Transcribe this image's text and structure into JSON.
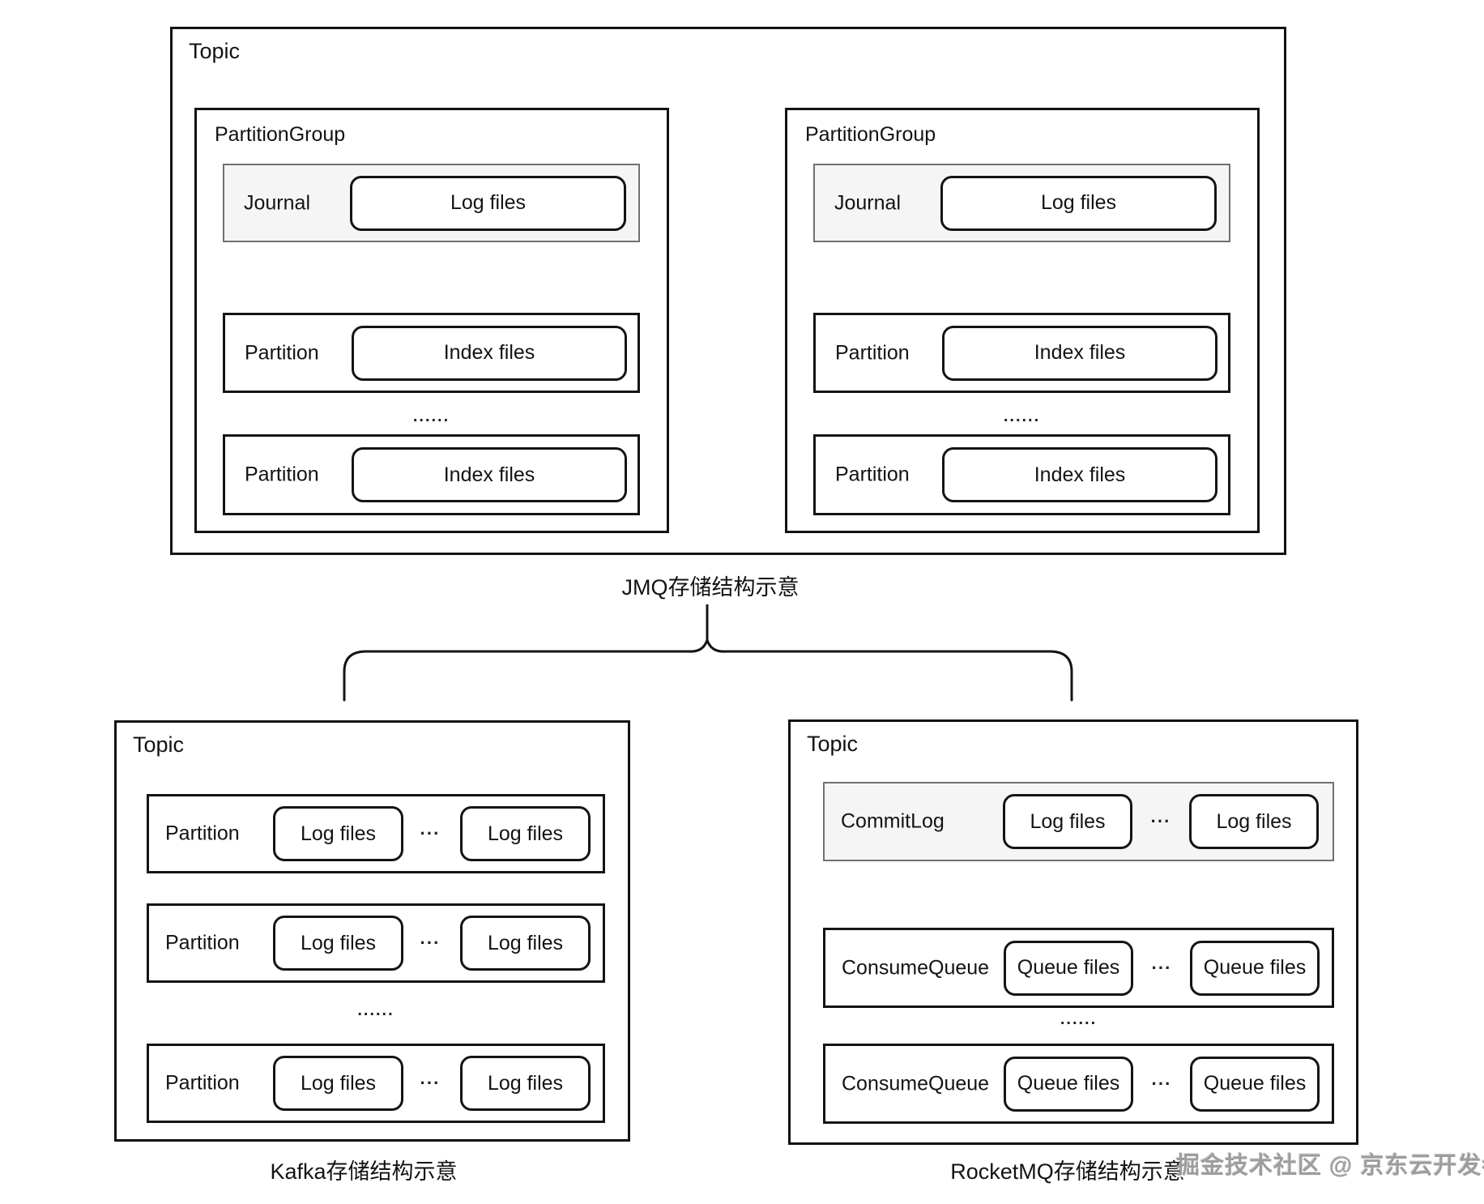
{
  "jmq": {
    "topic_label": "Topic",
    "caption": "JMQ存储结构示意",
    "groups": [
      {
        "title": "PartitionGroup",
        "journal": {
          "label": "Journal",
          "file": "Log files"
        },
        "partitions": [
          {
            "label": "Partition",
            "file": "Index files"
          },
          {
            "label": "Partition",
            "file": "Index files"
          }
        ],
        "ellipsis": "......"
      },
      {
        "title": "PartitionGroup",
        "journal": {
          "label": "Journal",
          "file": "Log files"
        },
        "partitions": [
          {
            "label": "Partition",
            "file": "Index files"
          },
          {
            "label": "Partition",
            "file": "Index files"
          }
        ],
        "ellipsis": "......"
      }
    ]
  },
  "kafka": {
    "topic_label": "Topic",
    "caption": "Kafka存储结构示意",
    "rows": [
      {
        "label": "Partition",
        "file_a": "Log files",
        "dots": "···",
        "file_b": "Log files"
      },
      {
        "label": "Partition",
        "file_a": "Log files",
        "dots": "···",
        "file_b": "Log files"
      },
      {
        "label": "Partition",
        "file_a": "Log files",
        "dots": "···",
        "file_b": "Log files"
      }
    ],
    "ellipsis": "......"
  },
  "rocketmq": {
    "topic_label": "Topic",
    "caption": "RocketMQ存储结构示意",
    "commitlog": {
      "label": "CommitLog",
      "file_a": "Log files",
      "dots": "···",
      "file_b": "Log files"
    },
    "consume_queues": [
      {
        "label": "ConsumeQueue",
        "file_a": "Queue files",
        "dots": "···",
        "file_b": "Queue files"
      },
      {
        "label": "ConsumeQueue",
        "file_a": "Queue files",
        "dots": "···",
        "file_b": "Queue files"
      }
    ],
    "ellipsis": "......"
  },
  "watermark": "掘金技术社区 @ 京东云开发者",
  "colors": {
    "line": "#121212",
    "shaded_row_bg": "#f5f5f5",
    "shaded_row_border": "#707070",
    "watermark": "#9d9d9d",
    "background": "#ffffff"
  }
}
